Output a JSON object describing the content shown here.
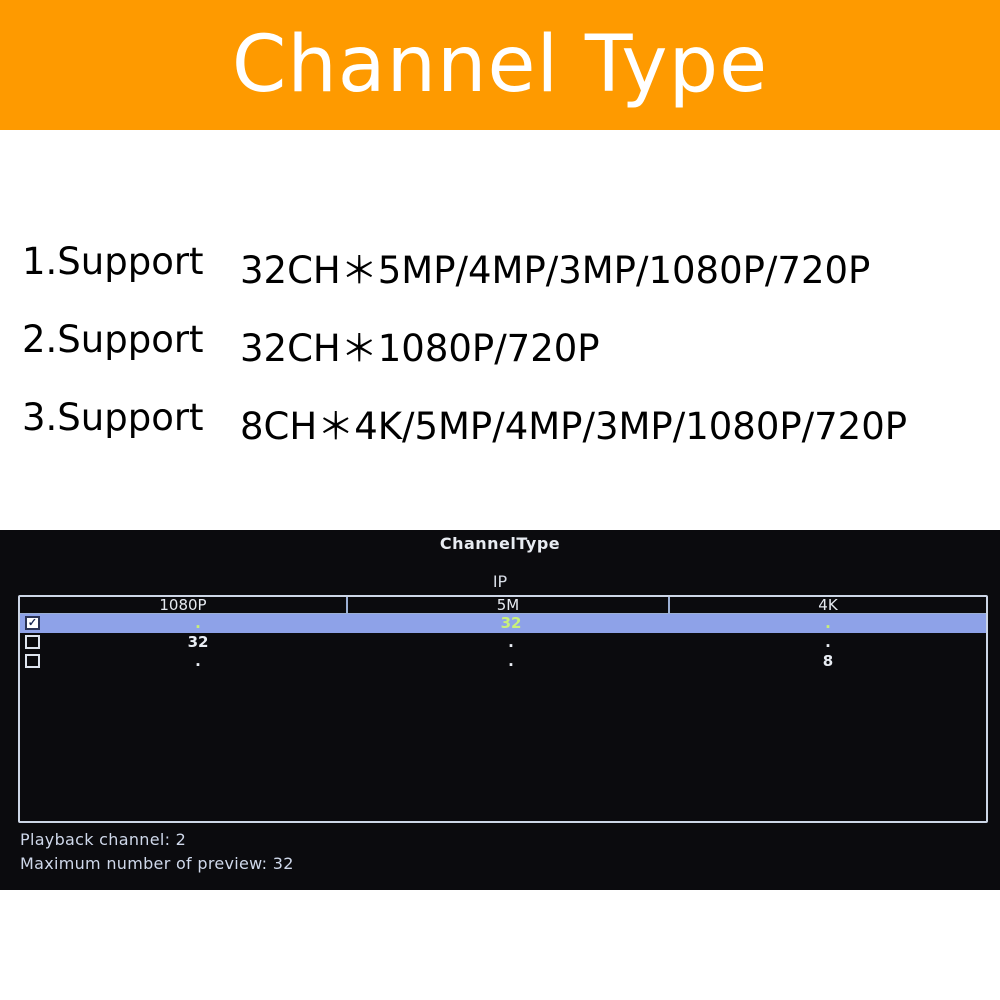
{
  "banner": {
    "title": "Channel Type",
    "color": "#fe9a00"
  },
  "features": [
    {
      "label": "1.Support",
      "spec": "32CH＊5MP/4MP/3MP/1080P/720P"
    },
    {
      "label": "2.Support",
      "spec": "32CH＊1080P/720P"
    },
    {
      "label": "3.Support",
      "spec": "8CH＊4K/5MP/4MP/3MP/1080P/720P"
    }
  ],
  "dvr": {
    "title": "ChannelType",
    "group_label": "IP",
    "columns": [
      "1080P",
      "5M",
      "4K"
    ],
    "rows": [
      {
        "checked": true,
        "values": [
          ".",
          "32",
          "."
        ]
      },
      {
        "checked": false,
        "values": [
          "32",
          ".",
          "."
        ]
      },
      {
        "checked": false,
        "values": [
          ".",
          ".",
          "8"
        ]
      }
    ],
    "playback_channel": "Playback channel: 2",
    "max_preview": "Maximum number of preview: 32",
    "selection_color": "#8ea2e8",
    "highlight_text_color": "#c9f07a"
  }
}
